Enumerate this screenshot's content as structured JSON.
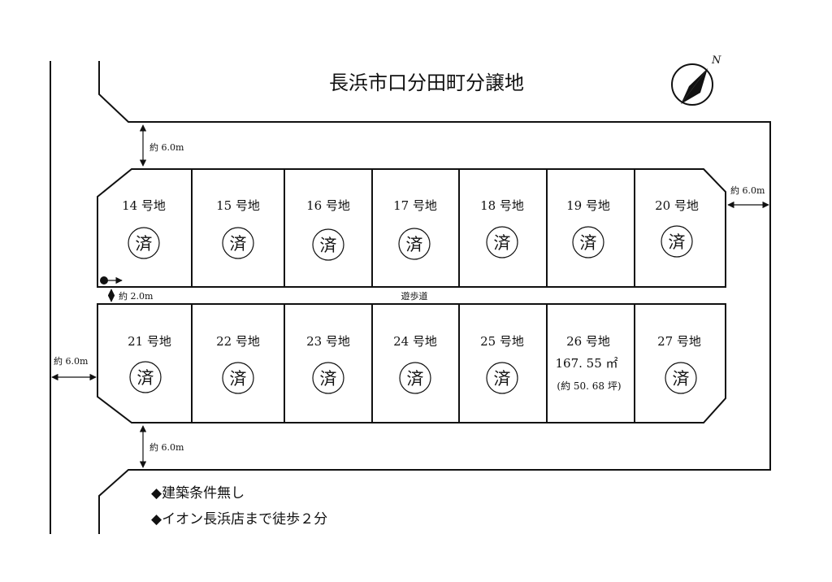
{
  "title": "長浜市口分田町分譲地",
  "compass": {
    "label": "N"
  },
  "dimensions": {
    "top_road": "約 6.0m",
    "right_road": "約 6.0m",
    "left_road": "約 6.0m",
    "bottom_road": "約 6.0m",
    "path": "約 2.0m"
  },
  "path_label": "遊歩道",
  "sold_mark": "済",
  "top_row": [
    {
      "label": "14 号地",
      "sold": true
    },
    {
      "label": "15 号地",
      "sold": true
    },
    {
      "label": "16 号地",
      "sold": true
    },
    {
      "label": "17 号地",
      "sold": true
    },
    {
      "label": "18 号地",
      "sold": true
    },
    {
      "label": "19 号地",
      "sold": true
    },
    {
      "label": "20 号地",
      "sold": true
    }
  ],
  "bottom_row": [
    {
      "label": "21 号地",
      "sold": true
    },
    {
      "label": "22 号地",
      "sold": true
    },
    {
      "label": "23 号地",
      "sold": true
    },
    {
      "label": "24 号地",
      "sold": true
    },
    {
      "label": "25 号地",
      "sold": true
    },
    {
      "label": "26 号地",
      "sold": false,
      "area": "167. 55 ㎡",
      "area_tsubo": "(約 50. 68 坪)"
    },
    {
      "label": "27 号地",
      "sold": true
    }
  ],
  "notes": [
    "◆建築条件無し",
    "◆イオン長浜店まで徒歩２分"
  ]
}
